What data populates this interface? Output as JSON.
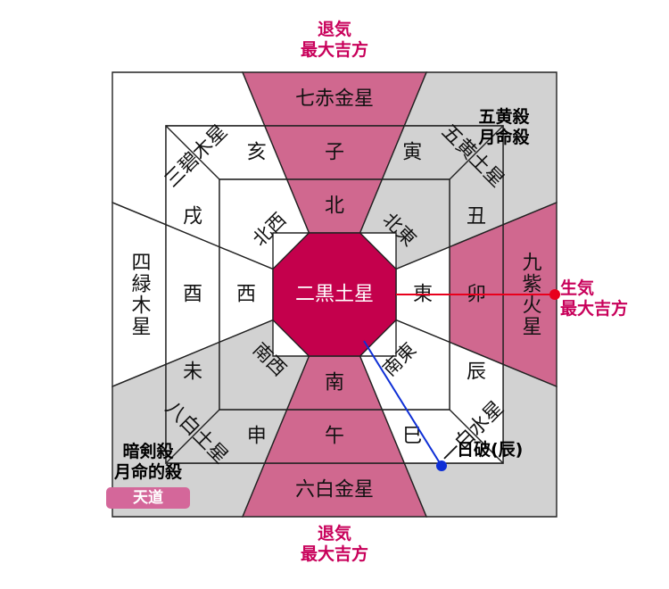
{
  "colors": {
    "pink": "#d0688f",
    "center": "#c4004c",
    "gray": "#d2d2d2",
    "accent_text": "#c8005a",
    "red_line": "#e8001c",
    "blue_line": "#0e2fd6",
    "badge_bg": "#d4679a"
  },
  "center": {
    "label": "二黒土星"
  },
  "sectors": {
    "north": {
      "star": "七赤金星",
      "branches": [
        "子"
      ],
      "direction": "北"
    },
    "northeast": {
      "star": "五黄土星",
      "branches": [
        "丑",
        "寅"
      ],
      "direction": "北東"
    },
    "east": {
      "star": "九紫火星",
      "branches": [
        "卯"
      ],
      "direction": "東"
    },
    "southeast": {
      "star": "一白水星",
      "branches": [
        "辰",
        "巳"
      ],
      "direction": "南東"
    },
    "south": {
      "star": "六白金星",
      "branches": [
        "午"
      ],
      "direction": "南"
    },
    "southwest": {
      "star": "八白土星",
      "branches": [
        "未",
        "申"
      ],
      "direction": "南西"
    },
    "west": {
      "star": "四緑木星",
      "branches": [
        "酉"
      ],
      "direction": "西"
    },
    "northwest": {
      "star": "三碧木星",
      "branches": [
        "戌",
        "亥"
      ],
      "direction": "北西"
    }
  },
  "annotations": {
    "top": {
      "line1": "退気",
      "line2": "最大吉方"
    },
    "bottom": {
      "line1": "退気",
      "line2": "最大吉方"
    },
    "east": {
      "line1": "生気",
      "line2": "最大吉方"
    },
    "northeast": {
      "line1": "五黄殺",
      "line2": "月命殺"
    },
    "southwest": {
      "line1": "暗剣殺",
      "line2": "月命的殺",
      "badge": "天道"
    },
    "southeast": {
      "label": "日破(辰)"
    }
  }
}
